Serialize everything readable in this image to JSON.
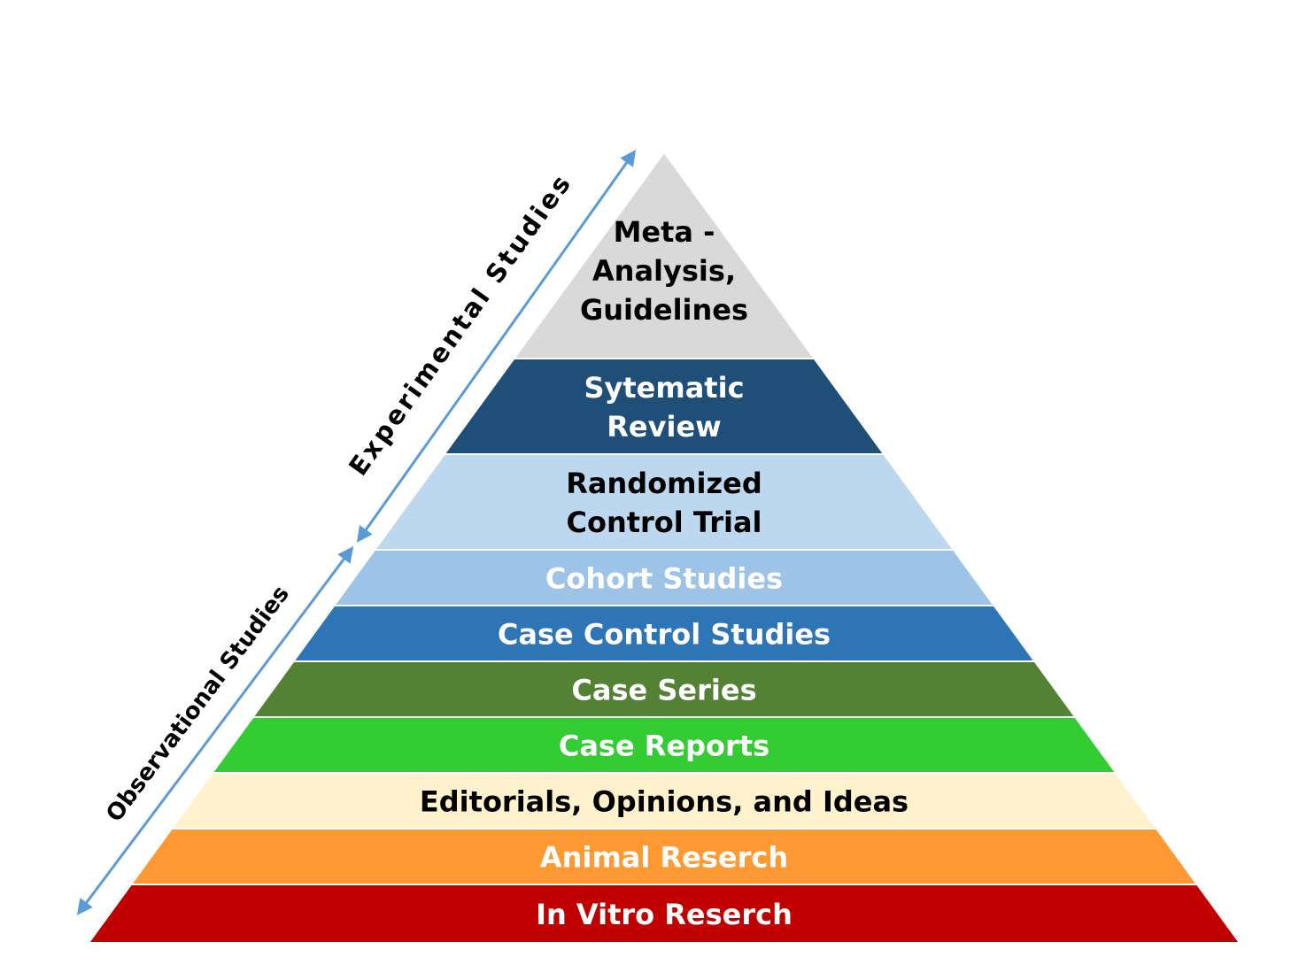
{
  "pyramid": {
    "levels": [
      {
        "lines": [
          "Meta -",
          "Analysis,",
          "Guidelines"
        ],
        "fill": "#D9D9D9",
        "text_color": "#000000"
      },
      {
        "lines": [
          "Sytematic",
          "Review"
        ],
        "fill": "#1F4E79",
        "text_color": "#FFFFFF"
      },
      {
        "lines": [
          "Randomized",
          "Control Trial"
        ],
        "fill": "#BDD7EE",
        "text_color": "#000000"
      },
      {
        "lines": [
          "Cohort Studies"
        ],
        "fill": "#9DC3E6",
        "text_color": "#FFFFFF"
      },
      {
        "lines": [
          "Case Control Studies"
        ],
        "fill": "#2E75B6",
        "text_color": "#FFFFFF"
      },
      {
        "lines": [
          "Case Series"
        ],
        "fill": "#548235",
        "text_color": "#FFFFFF"
      },
      {
        "lines": [
          "Case Reports"
        ],
        "fill": "#33CC33",
        "text_color": "#FFFFFF"
      },
      {
        "lines": [
          "Editorials, Opinions, and Ideas"
        ],
        "fill": "#FFF2CC",
        "text_color": "#000000"
      },
      {
        "lines": [
          "Animal Reserch"
        ],
        "fill": "#FF9933",
        "text_color": "#FFFFFF"
      },
      {
        "lines": [
          "In Vitro Reserch"
        ],
        "fill": "#C00000",
        "text_color": "#FFFFFF"
      }
    ]
  },
  "side_labels": {
    "experimental": "Experimental Studies",
    "observational": "Observational Studies"
  },
  "arrow_color": "#5B9BD5"
}
